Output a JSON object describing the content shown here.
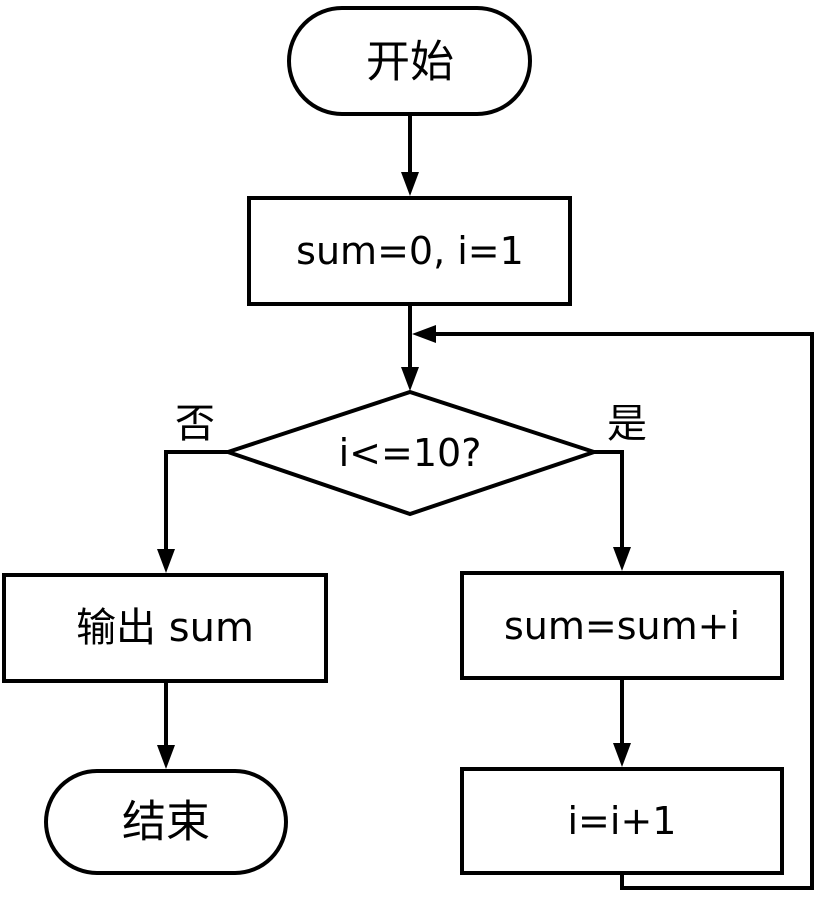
{
  "nodes": {
    "start": {
      "label": "开始"
    },
    "init": {
      "label": "sum=0, i=1"
    },
    "condition": {
      "label": "i<=10?"
    },
    "output": {
      "label": "输出 sum"
    },
    "accumulate": {
      "label": "sum=sum+i"
    },
    "increment": {
      "label": "i=i+1"
    },
    "end": {
      "label": "结束"
    }
  },
  "branches": {
    "no": {
      "label": "否"
    },
    "yes": {
      "label": "是"
    }
  },
  "edges": [
    {
      "from": "start",
      "to": "init"
    },
    {
      "from": "init",
      "to": "condition"
    },
    {
      "from": "condition",
      "to": "output",
      "branch": "no"
    },
    {
      "from": "condition",
      "to": "accumulate",
      "branch": "yes"
    },
    {
      "from": "accumulate",
      "to": "increment"
    },
    {
      "from": "increment",
      "to": "condition",
      "kind": "loop-back"
    },
    {
      "from": "output",
      "to": "end"
    }
  ]
}
